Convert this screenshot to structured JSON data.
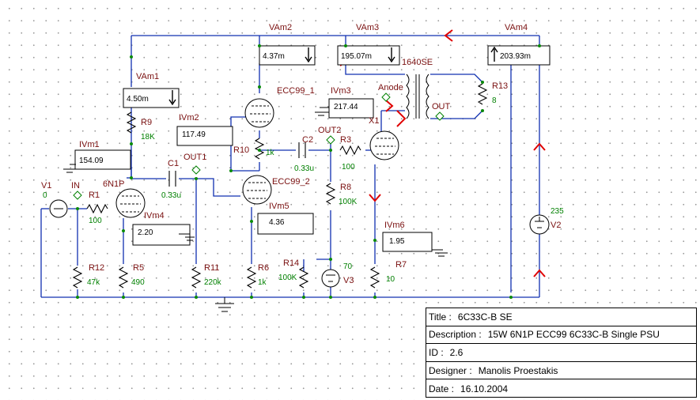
{
  "meters": {
    "vam1": {
      "label": "VAm1",
      "value": "4.50m"
    },
    "vam2": {
      "label": "VAm2",
      "value": "4.37m"
    },
    "vam3": {
      "label": "VAm3",
      "value": "195.07m"
    },
    "vam4": {
      "label": "VAm4",
      "value": "203.93m"
    },
    "ivm1": {
      "label": "IVm1",
      "value": "154.09"
    },
    "ivm2": {
      "label": "IVm2",
      "value": "117.49"
    },
    "ivm3": {
      "label": "IVm3",
      "value": "217.44"
    },
    "ivm4": {
      "label": "IVm4",
      "value": "2.20"
    },
    "ivm5": {
      "label": "IVm5",
      "value": "4.36"
    },
    "ivm6": {
      "label": "IVm6",
      "value": "1.95"
    }
  },
  "components": {
    "r1": {
      "name": "R1",
      "value": "100"
    },
    "r3": {
      "name": "R3",
      "value": "100"
    },
    "r5": {
      "name": "R5",
      "value": "490"
    },
    "r6": {
      "name": "R6",
      "value": "1k"
    },
    "r7": {
      "name": "R7",
      "value": "10"
    },
    "r8": {
      "name": "R8",
      "value": "100K"
    },
    "r9": {
      "name": "R9",
      "value": "18K"
    },
    "r10": {
      "name": "R10",
      "value": "1k"
    },
    "r11": {
      "name": "R11",
      "value": "220k"
    },
    "r12": {
      "name": "R12",
      "value": "47k"
    },
    "r13": {
      "name": "R13",
      "value": "8"
    },
    "r14": {
      "name": "R14",
      "value": "100K"
    },
    "c1": {
      "name": "C1",
      "value": "0.33u"
    },
    "c2": {
      "name": "C2",
      "value": "0.33u"
    },
    "v1": {
      "name": "V1",
      "value": "0"
    },
    "v2": {
      "name": "V2",
      "value": "235"
    },
    "v3": {
      "name": "V3",
      "value": "70"
    },
    "tube_6n1p": "6N1P",
    "tube_ecc99_1": "ECC99_1",
    "tube_ecc99_2": "ECC99_2",
    "transformer": "1640SE",
    "tube_x1": "X1"
  },
  "nodes": {
    "in": "IN",
    "out1": "OUT1",
    "out2": "OUT2",
    "anode": "Anode",
    "out": "OUT"
  },
  "title_block": {
    "title_label": "Title :",
    "title_value": "6C33C-B SE",
    "description_label": "Description :",
    "description_value": "15W 6N1P ECC99 6C33C-B Single PSU",
    "id_label": "ID :",
    "id_value": "2.6",
    "designer_label": "Designer :",
    "designer_value": "Manolis Proestakis",
    "date_label": "Date :",
    "date_value": "16.10.2004"
  },
  "colors": {
    "wire": "#1030b0",
    "label": "#7a1010",
    "value": "#008000",
    "arrow": "#e00000",
    "node": "#0a8a0a"
  }
}
